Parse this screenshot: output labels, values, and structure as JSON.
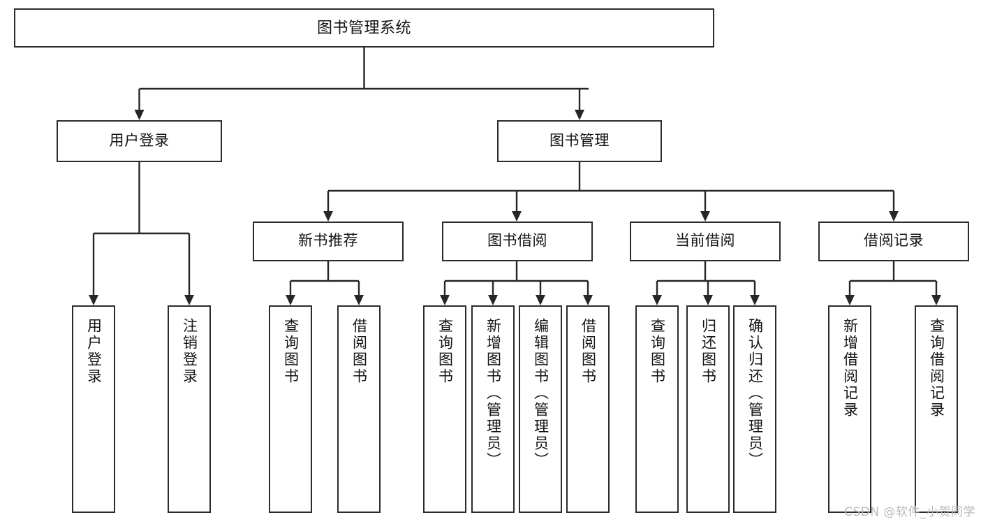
{
  "diagram": {
    "type": "tree",
    "title": "图书管理系统",
    "orientation": "top-down",
    "root": {
      "id": "root",
      "label": "图书管理系统"
    },
    "level2": [
      {
        "id": "user-login",
        "label": "用户登录"
      },
      {
        "id": "book-mgmt",
        "label": "图书管理"
      }
    ],
    "level3": [
      {
        "id": "new-book-rec",
        "label": "新书推荐",
        "parent": "book-mgmt"
      },
      {
        "id": "book-borrow",
        "label": "图书借阅",
        "parent": "book-mgmt"
      },
      {
        "id": "current-borrow",
        "label": "当前借阅",
        "parent": "book-mgmt"
      },
      {
        "id": "borrow-record",
        "label": "借阅记录",
        "parent": "book-mgmt"
      }
    ],
    "leaves": [
      {
        "id": "leaf-user-login",
        "label": "用户登录",
        "parent": "user-login"
      },
      {
        "id": "leaf-user-logout",
        "label": "注销登录",
        "parent": "user-login"
      },
      {
        "id": "leaf-query-book-1",
        "label": "查询图书",
        "parent": "new-book-rec"
      },
      {
        "id": "leaf-borrow-book-1",
        "label": "借阅图书",
        "parent": "new-book-rec"
      },
      {
        "id": "leaf-query-book-2",
        "label": "查询图书",
        "parent": "book-borrow"
      },
      {
        "id": "leaf-add-book",
        "label": "新增图书（管理员）",
        "parent": "book-borrow"
      },
      {
        "id": "leaf-edit-book",
        "label": "编辑图书（管理员）",
        "parent": "book-borrow"
      },
      {
        "id": "leaf-borrow-book-2",
        "label": "借阅图书",
        "parent": "book-borrow"
      },
      {
        "id": "leaf-query-book-3",
        "label": "查询图书",
        "parent": "current-borrow"
      },
      {
        "id": "leaf-return-book",
        "label": "归还图书",
        "parent": "current-borrow"
      },
      {
        "id": "leaf-confirm-return",
        "label": "确认归还（管理员）",
        "parent": "current-borrow"
      },
      {
        "id": "leaf-add-record",
        "label": "新增借阅记录",
        "parent": "borrow-record"
      },
      {
        "id": "leaf-query-record",
        "label": "查询借阅记录",
        "parent": "borrow-record"
      }
    ]
  },
  "watermark": {
    "text": "CSDN @软件_小贺同学"
  },
  "colors": {
    "box_border": "#2b2b2b",
    "box_fill": "#ffffff",
    "connector": "#262626",
    "text": "#141414",
    "watermark": "#b9b9b9",
    "background": "#ffffff"
  }
}
